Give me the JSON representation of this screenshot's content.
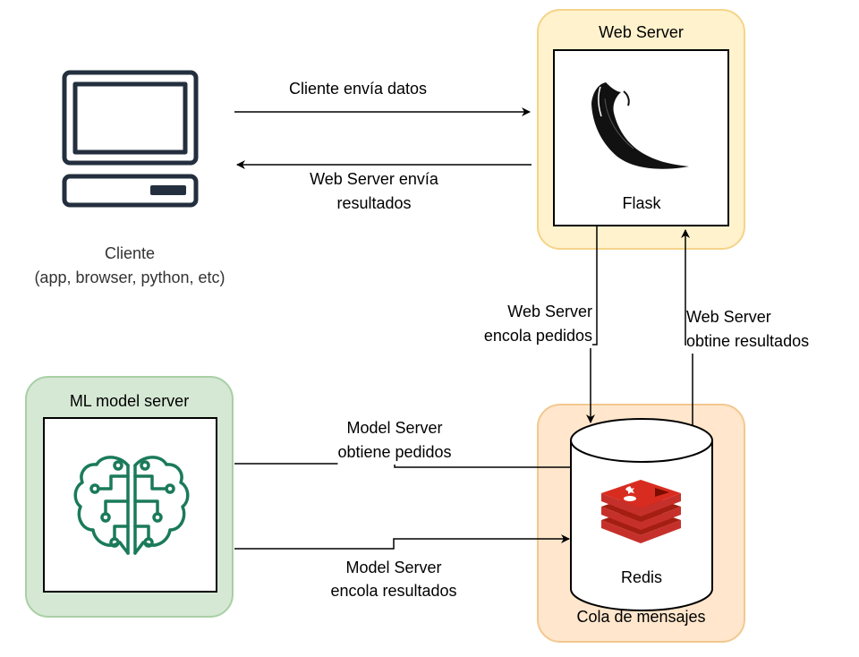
{
  "client": {
    "label_line1": "Cliente",
    "label_line2": "(app, browser, python, etc)"
  },
  "web_server": {
    "title": "Web Server",
    "framework": "Flask"
  },
  "queue": {
    "title": "Cola de mensajes",
    "db": "Redis"
  },
  "ml_server": {
    "title": "ML model server"
  },
  "arrows": {
    "client_sends": "Cliente envía datos",
    "server_returns_line1": "Web Server envía",
    "server_returns_line2": "resultados",
    "enqueue_line1": "Web Server",
    "enqueue_line2": "encola pedidos",
    "obtain_results_line1": "Web Server",
    "obtain_results_line2": "obtine resultados",
    "model_gets_line1": "Model Server",
    "model_gets_line2": "obtiene pedidos",
    "model_enqueues_line1": "Model Server",
    "model_enqueues_line2": "encola resultados"
  },
  "colors": {
    "web_server_fill": "#fff2cc",
    "queue_fill": "#ffe6cc",
    "ml_server_fill": "#d5e8d4",
    "redis_red": "#c6302b",
    "brain_green": "#1a7a5a",
    "client_icon": "#232f3e"
  }
}
